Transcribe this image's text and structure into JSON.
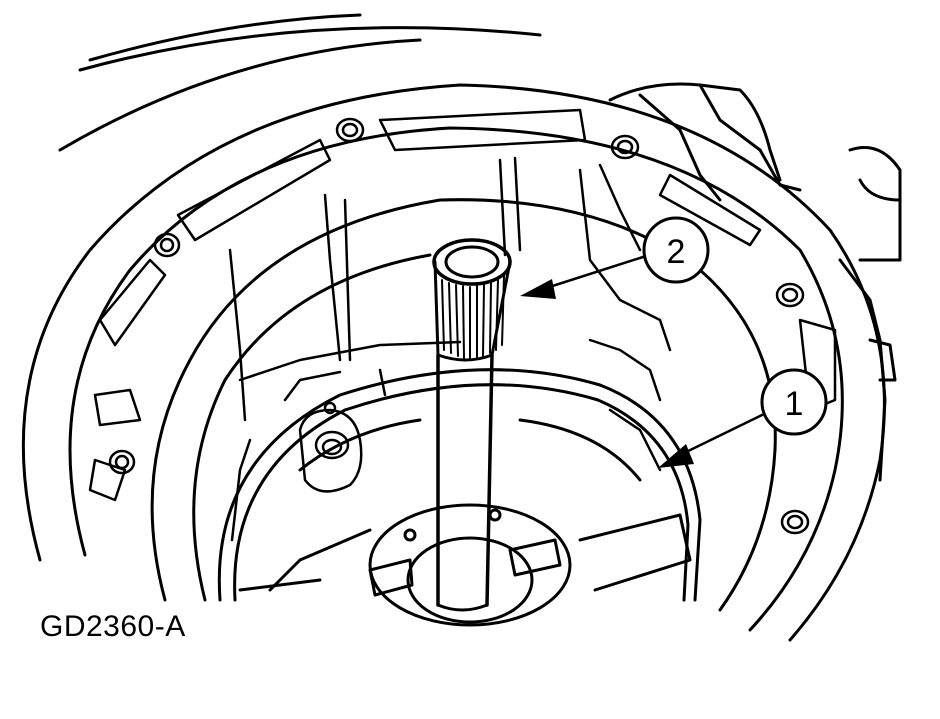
{
  "figure": {
    "id_label": "GD2360-A"
  },
  "callouts": [
    {
      "number": "1"
    },
    {
      "number": "2"
    }
  ],
  "colors": {
    "line": "#000000",
    "background": "#ffffff"
  }
}
